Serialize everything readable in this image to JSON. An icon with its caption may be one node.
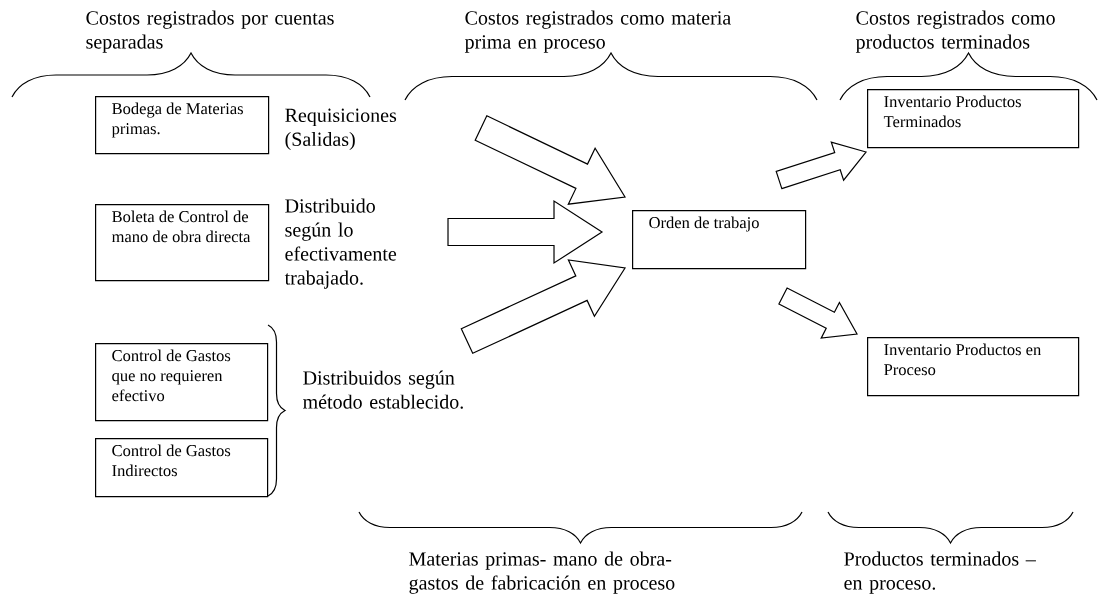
{
  "diagram": {
    "nodes": [
      {
        "text": [
          "Bodega de Materias primas."
        ]
      },
      {
        "text": [
          "Boleta de Control de mano de obra directa"
        ]
      },
      {
        "text": [
          "Control de Gastos que no requieren efectivo"
        ]
      },
      {
        "text": [
          "Control de Gastos Indirectos"
        ]
      },
      {
        "text": [
          "Orden de trabajo"
        ]
      },
      {
        "text": [
          "Inventario Productos Terminados"
        ]
      },
      {
        "text": [
          "Inventario Productos en Proceso"
        ]
      }
    ],
    "edges": [
      {
        "from": null,
        "to": 4,
        "arrow": "to"
      },
      {
        "from": null,
        "to": 4,
        "arrow": "to"
      },
      {
        "from": null,
        "to": 4,
        "arrow": "to"
      },
      {
        "from": 4,
        "to": 5,
        "arrow": "to"
      },
      {
        "from": 4,
        "to": 6,
        "arrow": "to"
      }
    ],
    "labels": [
      "Costos registrados por cuentas separadas",
      "Costos registrados como materia prima en proceso",
      "Costos registrados como productos terminados",
      "Requisiciones (Salidas)",
      "Distribuido según lo efectivamente trabajado.",
      "Distribuidos según método establecido.",
      "Materias primas- mano de obra- gastos de fabricación en proceso",
      "Productos terminados – en proceso."
    ]
  }
}
